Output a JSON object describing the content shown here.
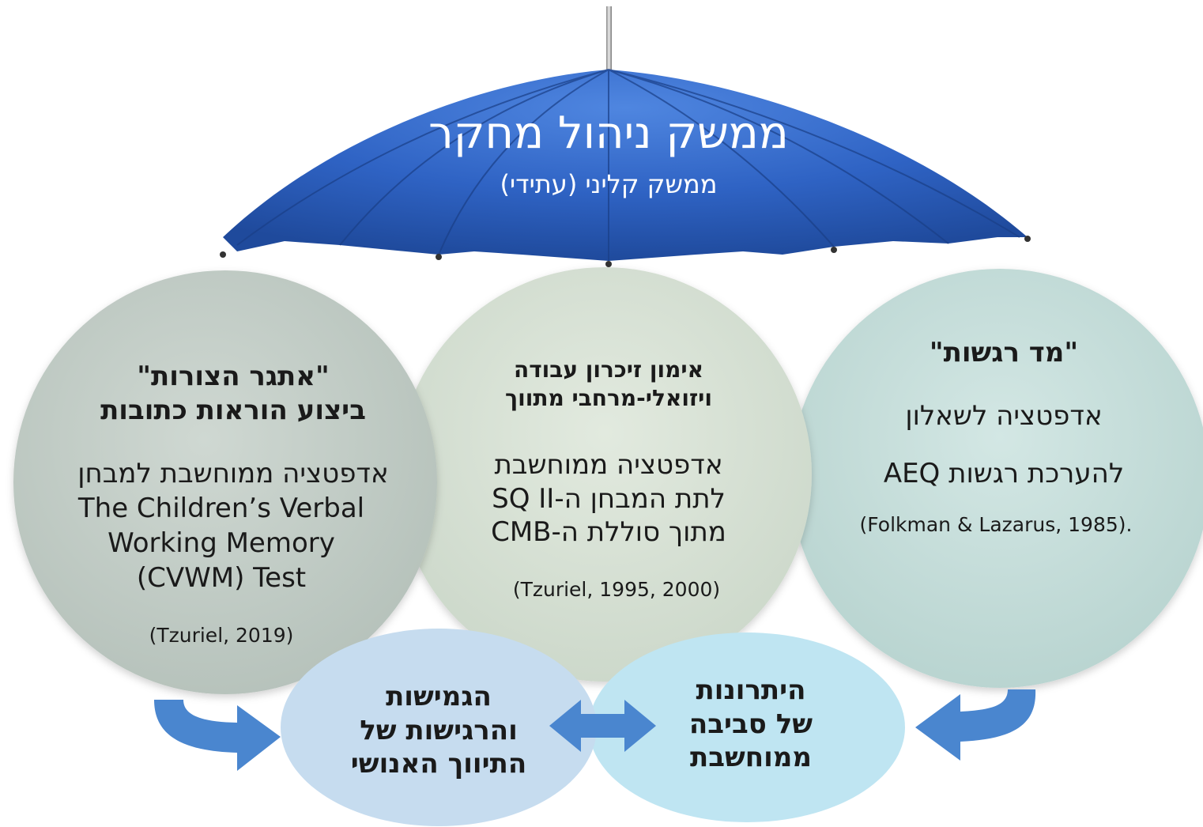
{
  "umbrella": {
    "title": "ממשק ניהול מחקר",
    "subtitle": "ממשק קליני (עתידי)"
  },
  "left_circle": {
    "title_line1": "\"אתגר הצורות\"",
    "title_line2": "ביצוע הוראות כתובות",
    "line1": "אדפטציה ממוחשבת למבחן",
    "line2": "The  Children’s Verbal",
    "line3": "Working Memory",
    "line4": "(CVWM) Test",
    "citation": "(Tzuriel, 2019)"
  },
  "middle_circle": {
    "title_line1": "אימון זיכרון עבודה",
    "title_line2": "ויזואלי-מרחבי מתווך",
    "line1": "אדפטציה ממוחשבת",
    "line2": "לתת המבחן ה-SQ II",
    "line3": "מתוך סוללת ה-CMB",
    "citation": "(Tzuriel, 1995, 2000)"
  },
  "right_circle": {
    "title": "\"מד רגשות\"",
    "line1": "אדפטציה לשאלון",
    "line2": "להערכת רגשות AEQ",
    "citation": "(Folkman & Lazarus, 1985)."
  },
  "bottom_left_ellipse": {
    "line1": "הגמישות",
    "line2": "והרגישות של",
    "line3": "התיווך האנושי"
  },
  "bottom_right_ellipse": {
    "line1": "היתרונות",
    "line2": "של סביבה",
    "line3": "ממוחשבת"
  },
  "colors": {
    "umbrella_blue": "#2f63c4",
    "umbrella_dark": "#1f4a9c",
    "left_circle": "#c5cfc8",
    "middle_circle": "#d7e1d5",
    "right_circle": "#c9e0dd",
    "left_ellipse": "#c6dcef",
    "right_ellipse": "#bfe5f2",
    "arrow": "#4a86cf"
  }
}
